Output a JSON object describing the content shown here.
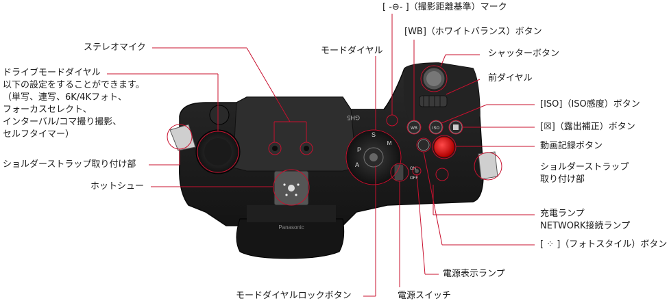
{
  "diagram": {
    "labels": {
      "distance_mark": "[ -⊖- ]（撮影距離基準）マーク",
      "wb_button": "[WB]（ホワイトバランス）ボタン",
      "stereo_mic": "ステレオマイク",
      "mode_dial": "モードダイヤル",
      "shutter_button": "シャッターボタン",
      "drive_mode_dial": "ドライブモードダイヤル\n以下の設定をすることができます。\n（単写、連写、6K/4Kフォト、\nフォーカスセレクト、\nインターバル/コマ撮り撮影、\nセルフタイマー）",
      "front_dial": "前ダイヤル",
      "iso_button": "[ISO]（ISO感度）ボタン",
      "exposure_button": "[☒]（露出補正）ボタン",
      "record_button": "動画記録ボタン",
      "strap_left": "ショルダーストラップ取り付け部",
      "strap_right": "ショルダーストラップ\n取り付け部",
      "hot_shoe": "ホットシュー",
      "charge_lamp": "充電ランプ\nNETWORK接続ランプ",
      "photo_style_button": "[ ⁘ ]（フォトスタイル）ボタン",
      "power_lamp": "電源表示ランプ",
      "mode_dial_lock": "モードダイヤルロックボタン",
      "power_switch": "電源スイッチ"
    },
    "camera_text": {
      "brand": "Panasonic",
      "model": "GH5",
      "wb": "WB",
      "iso": "ISO",
      "on": "ON",
      "off": "OFF"
    },
    "colors": {
      "callout_line": "#c8102e",
      "camera_body": "#1c1c1c",
      "label_text": "#1a1a1a"
    }
  }
}
